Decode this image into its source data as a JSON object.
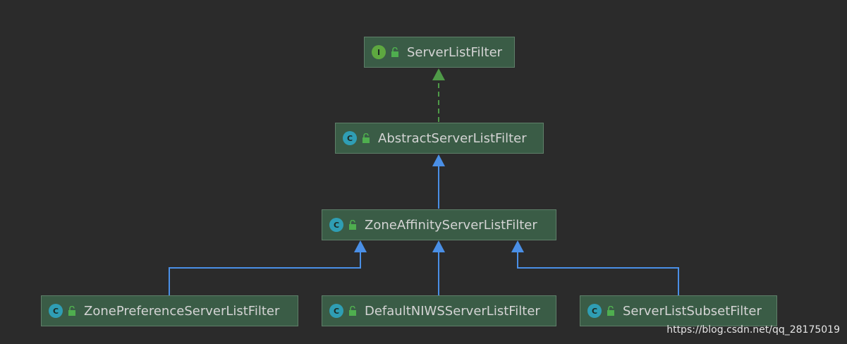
{
  "nodes": {
    "server_list_filter": {
      "kind": "I",
      "label": "ServerListFilter"
    },
    "abstract_server_list_filter": {
      "kind": "C",
      "label": "AbstractServerListFilter"
    },
    "zone_affinity_server_list_filter": {
      "kind": "C",
      "label": "ZoneAffinityServerListFilter"
    },
    "zone_preference_server_list_filter": {
      "kind": "C",
      "label": "ZonePreferenceServerListFilter"
    },
    "default_niws_server_list_filter": {
      "kind": "C",
      "label": "DefaultNIWSServerListFilter"
    },
    "server_list_subset_filter": {
      "kind": "C",
      "label": "ServerListSubsetFilter"
    }
  },
  "colors": {
    "background": "#2b2b2b",
    "node_fill": "#3a5c46",
    "implements_edge": "#4f9a48",
    "extends_edge": "#4a8fe6"
  },
  "watermark": "https://blog.csdn.net/qq_28175019"
}
